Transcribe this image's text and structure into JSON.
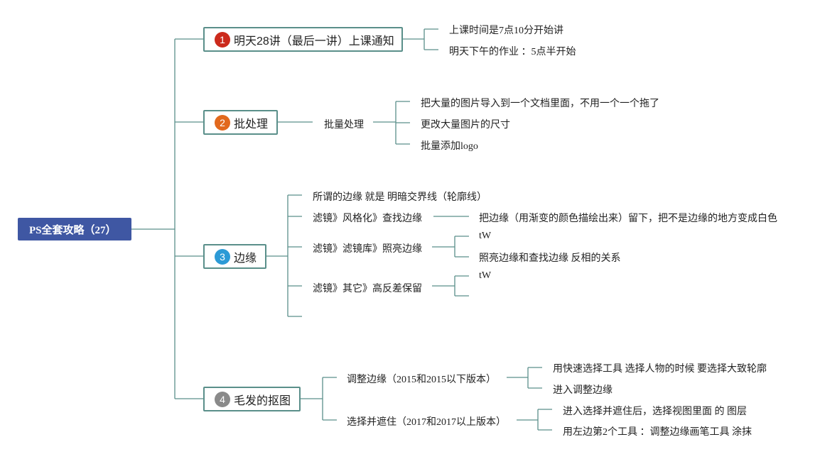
{
  "root": {
    "label": "PS全套攻略（27）"
  },
  "topics": [
    {
      "num": "1",
      "label": "明天28讲（最后一讲）上课通知",
      "color": "#cc2a1c",
      "children": [
        "上课时间是7点10分开始讲",
        "明天下午的作业 ：5点半开始"
      ]
    },
    {
      "num": "2",
      "label": "批处理",
      "color": "#e2691d",
      "sub": "批量处理",
      "children": [
        "把大量的图片导入到一个文档里面，不用一个一个拖了",
        "更改大量图片的尺寸",
        "批量添加logo"
      ]
    },
    {
      "num": "3",
      "label": "边缘",
      "color": "#2c9ad6",
      "children": [
        {
          "label": "所谓的边缘 就是 明暗交界线（轮廓线）"
        },
        {
          "label": "滤镜》风格化》查找边缘",
          "children": [
            "把边缘（用渐变的颜色描绘出来）留下，把不是边缘的地方变成白色"
          ]
        },
        {
          "label": "滤镜》滤镜库》照亮边缘",
          "children": [
            "tW",
            "照亮边缘和查找边缘 反相的关系"
          ]
        },
        {
          "label": "滤镜》其它》高反差保留",
          "children": [
            "tW",
            ""
          ]
        },
        {
          "label": ""
        }
      ]
    },
    {
      "num": "4",
      "label": "毛发的抠图",
      "color": "#8a8a8a",
      "children": [
        {
          "label": "调整边缘（2015和2015以下版本）",
          "children": [
            "用快速选择工具 选择人物的时候 要选择大致轮廓",
            "进入调整边缘"
          ]
        },
        {
          "label": "选择并遮住（2017和2017以上版本）",
          "children": [
            "进入选择并遮住后，选择视图里面 的 图层",
            "用左边第2个工具 ：调整边缘画笔工具 涂抹"
          ]
        }
      ]
    }
  ],
  "colors": {
    "line": "#5a8f8a",
    "root_bg": "#3f57a3"
  }
}
